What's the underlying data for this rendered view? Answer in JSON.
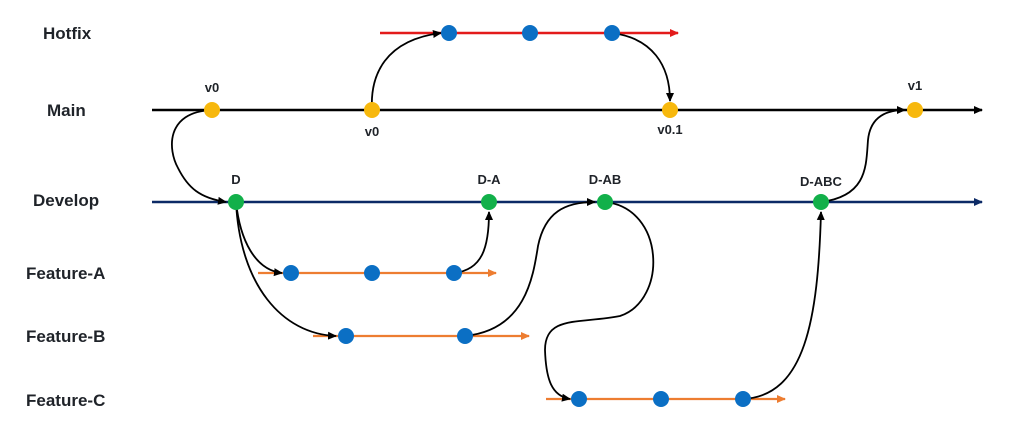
{
  "lanes": {
    "hotfix": "Hotfix",
    "main": "Main",
    "develop": "Develop",
    "feature_a": "Feature-A",
    "feature_b": "Feature-B",
    "feature_c": "Feature-C"
  },
  "tags": {
    "main_v0_start": "v0",
    "main_v0_second": "v0",
    "main_v0_1": "v0.1",
    "main_v1": "v1",
    "dev_d": "D",
    "dev_da": "D-A",
    "dev_dab": "D-AB",
    "dev_dabc": "D-ABC"
  },
  "colors": {
    "main_line": "#000000",
    "hotfix_line": "#e31b1b",
    "develop_line": "#0c2a66",
    "feature_line": "#ed7d31",
    "commit_blue": "#0b6fc4",
    "commit_yellow": "#f7b80d",
    "commit_green": "#12b04a",
    "merge_edge": "#000000"
  }
}
